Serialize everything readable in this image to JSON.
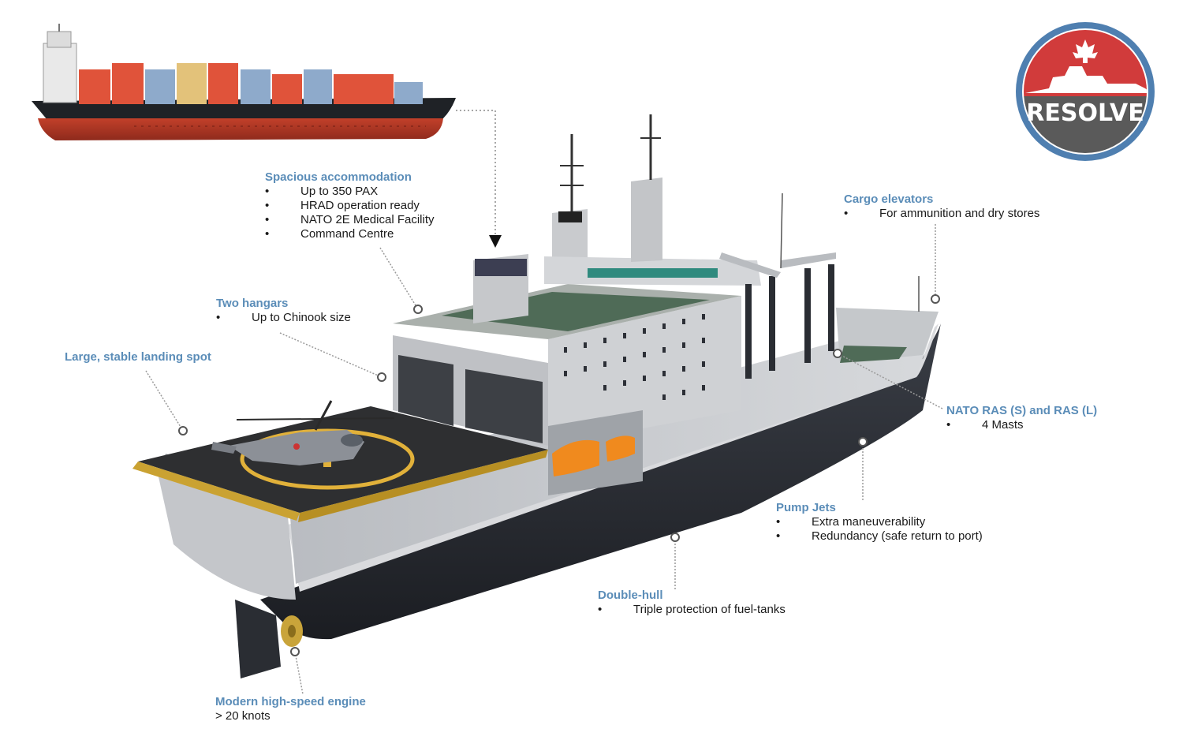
{
  "logo": {
    "text": "RESOLVE"
  },
  "callouts": [
    {
      "key": "accommodation",
      "title": "Spacious accommodation",
      "items": [
        "Up to 350 PAX",
        "HRAD operation ready",
        "NATO 2E Medical Facility",
        "Command Centre"
      ]
    },
    {
      "key": "hangars",
      "title": "Two hangars",
      "items": [
        "Up to Chinook size"
      ]
    },
    {
      "key": "landing",
      "title": "Large, stable landing spot",
      "items": []
    },
    {
      "key": "elevators",
      "title": "Cargo elevators",
      "items": [
        "For ammunition and dry stores"
      ]
    },
    {
      "key": "ras",
      "title": "NATO RAS (S) and RAS (L)",
      "items": [
        "4 Masts"
      ]
    },
    {
      "key": "pumpjets",
      "title": "Pump Jets",
      "items": [
        "Extra maneuverability",
        "Redundancy (safe return to port)"
      ]
    },
    {
      "key": "doublehull",
      "title": "Double-hull",
      "items": [
        "Triple protection of fuel-tanks"
      ]
    },
    {
      "key": "engine",
      "title": "Modern high-speed engine",
      "plain": "> 20 knots"
    }
  ],
  "colors": {
    "callout_title": "#5b8db8",
    "logo_red": "#d13b3b",
    "logo_gray": "#5a5a5a",
    "logo_ring": "#4f7fb0",
    "hull_dark": "#2c2f36",
    "superstructure": "#c9cbce",
    "deck_green": "#4f6b57",
    "helipad_yellow": "#e1b13a",
    "lifeboat_orange": "#f08a1e"
  },
  "icons": [
    "maple-leaf-icon",
    "helicopter-icon",
    "lifeboat-icon",
    "propeller-icon",
    "container-ship-icon",
    "rudder-icon"
  ]
}
